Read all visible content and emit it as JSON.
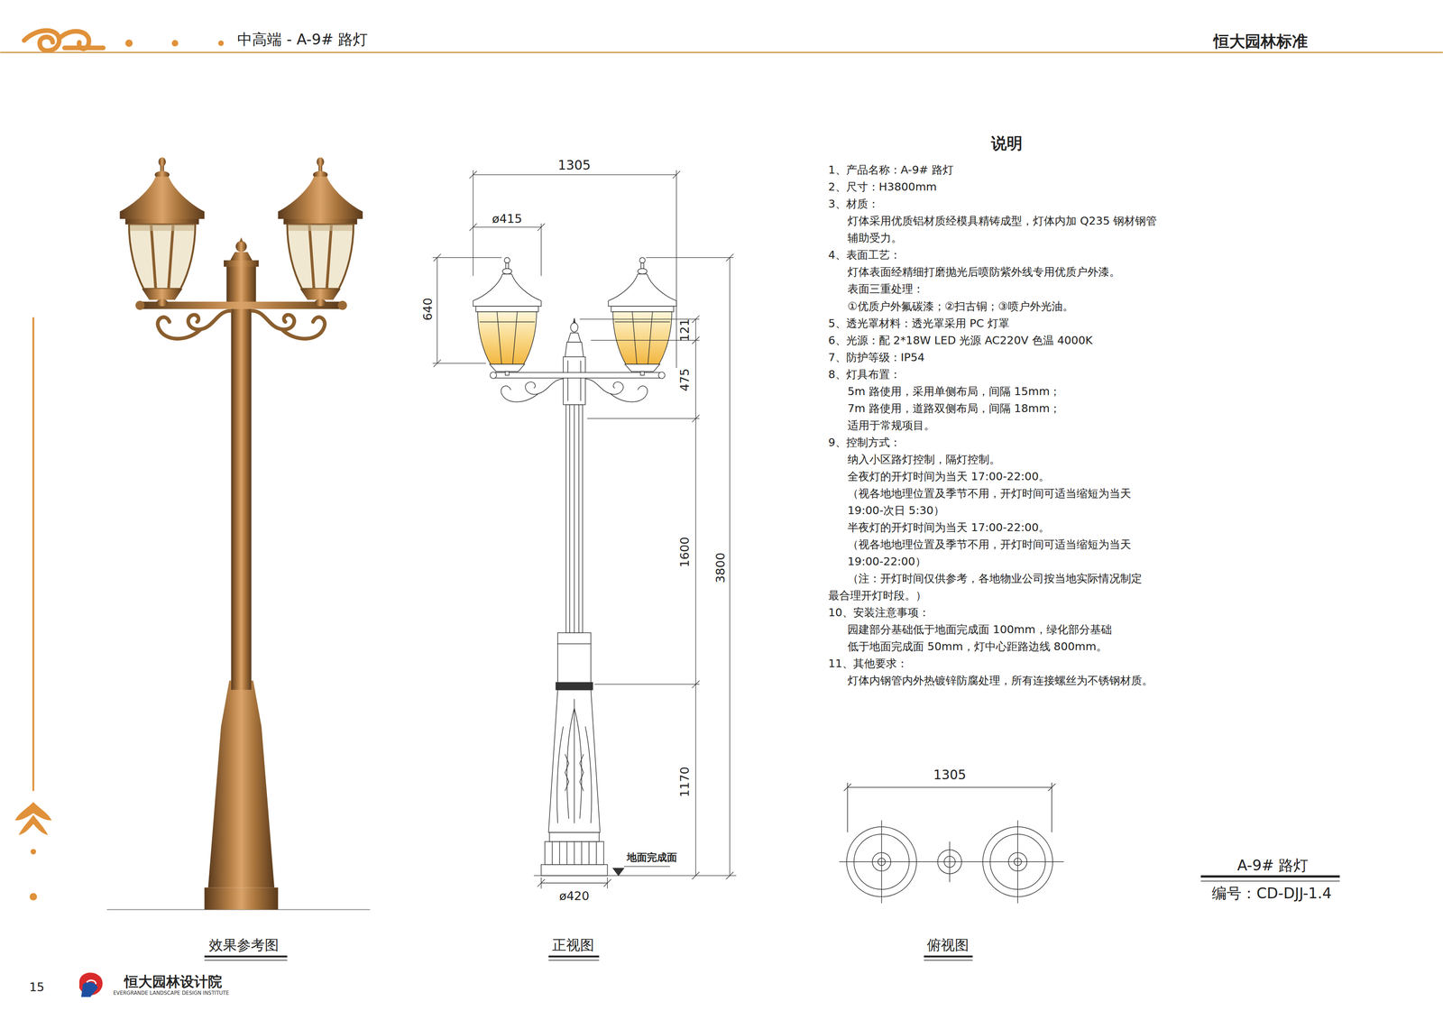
{
  "diagram": {
    "title": "中高端 - A-9# 路灯",
    "labels": [
      "恒大园林标准",
      "1305",
      "ø415",
      "640",
      "121",
      "475",
      "1600",
      "3800",
      "1170",
      "地面完成面",
      "ø420",
      "说明",
      "1、产品名称：A-9# 路灯",
      "2、尺寸：H3800mm",
      "3、材质：",
      "灯体采用优质铝材质经模具精铸成型，灯体内加 Q235 钢材钢管",
      "辅助受力。",
      "4、表面工艺：",
      "灯体表面经精细打磨抛光后喷防紫外线专用优质户外漆。",
      "表面三重处理：",
      "①优质户外氟碳漆；②扫古铜；③喷户外光油。",
      "5、透光罩材料：透光罩采用 PC 灯罩",
      "6、光源：配 2*18W LED 光源 AC220V 色温 4000K",
      "7、防护等级：IP54",
      "8、灯具布置：",
      "5m 路使用，采用单侧布局，间隔 15mm；",
      "7m 路使用，道路双侧布局，间隔 18mm；",
      "适用于常规项目。",
      "9、控制方式：",
      "纳入小区路灯控制，隔灯控制。",
      "全夜灯的开灯时间为当天 17:00-22:00。",
      "（视各地地理位置及季节不用，开灯时间可适当缩短为当天",
      "19:00-次日 5:30）",
      "半夜灯的开灯时间为当天 17:00-22:00。",
      "（视各地地理位置及季节不用，开灯时间可适当缩短为当天",
      "19:00-22:00）",
      "（注：开灯时间仅供参考，各地物业公司按当地实际情况制定",
      "最合理开灯时段。）",
      "10、安装注意事项：",
      "园建部分基础低于地面完成面 100mm，绿化部分基础",
      "低于地面完成面 50mm，灯中心距路边线 800mm。",
      "11、其他要求：",
      "灯体内钢管内外热镀锌防腐处理，所有连接螺丝为不锈钢材质。",
      "1305",
      "A-9# 路灯",
      "编号：CD-DJJ-1.4",
      "效果参考图",
      "正视图",
      "俯视图",
      "15",
      "恒大园林设计院",
      "EVERGRANDE LANDSCAPE DESIGN INSTITUTE"
    ]
  }
}
